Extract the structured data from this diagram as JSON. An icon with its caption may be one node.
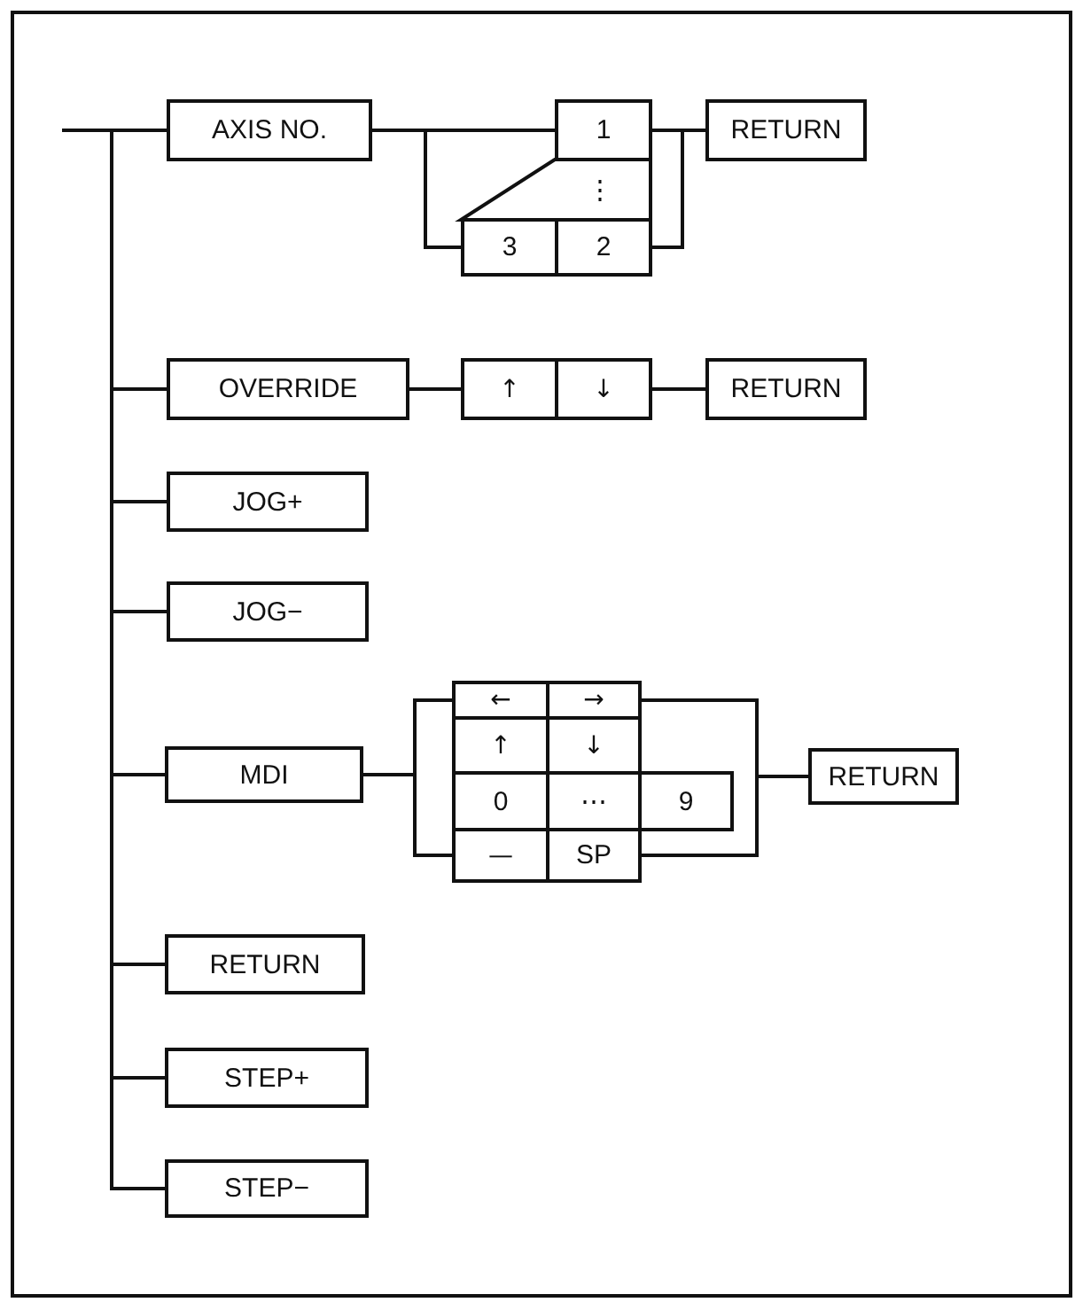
{
  "diagram": {
    "nodes": [
      {
        "text": [
          "AXIS NO."
        ]
      },
      {
        "text": [
          "1"
        ]
      },
      {
        "text": [
          "⋮"
        ]
      },
      {
        "text": [
          "3"
        ]
      },
      {
        "text": [
          "2"
        ]
      },
      {
        "text": [
          "RETURN"
        ]
      },
      {
        "text": [
          "OVERRIDE"
        ]
      },
      {
        "text": [
          "↑"
        ]
      },
      {
        "text": [
          "↓"
        ]
      },
      {
        "text": [
          "RETURN"
        ]
      },
      {
        "text": [
          "JOG+"
        ]
      },
      {
        "text": [
          "JOG−"
        ]
      },
      {
        "text": [
          "MDI"
        ]
      },
      {
        "text": [
          "←"
        ]
      },
      {
        "text": [
          "→"
        ]
      },
      {
        "text": [
          "↑"
        ]
      },
      {
        "text": [
          "↓"
        ]
      },
      {
        "text": [
          "0"
        ]
      },
      {
        "text": [
          "⋯"
        ]
      },
      {
        "text": [
          "9"
        ]
      },
      {
        "text": [
          "—"
        ]
      },
      {
        "text": [
          "SP"
        ]
      },
      {
        "text": [
          "RETURN"
        ]
      },
      {
        "text": [
          "RETURN"
        ]
      },
      {
        "text": [
          "STEP+"
        ]
      },
      {
        "text": [
          "STEP−"
        ]
      }
    ],
    "edges": [
      {
        "from": null,
        "to": 0,
        "arrow": "none"
      },
      {
        "from": null,
        "to": 6,
        "arrow": "none"
      },
      {
        "from": null,
        "to": 10,
        "arrow": "none"
      },
      {
        "from": null,
        "to": 11,
        "arrow": "none"
      },
      {
        "from": null,
        "to": 12,
        "arrow": "none"
      },
      {
        "from": null,
        "to": 23,
        "arrow": "none"
      },
      {
        "from": null,
        "to": 24,
        "arrow": "none"
      },
      {
        "from": null,
        "to": 25,
        "arrow": "none"
      },
      {
        "from": 0,
        "to": 1,
        "arrow": "none"
      },
      {
        "from": 0,
        "to": 3,
        "arrow": "none"
      },
      {
        "from": 1,
        "to": 5,
        "arrow": "none"
      },
      {
        "from": 4,
        "to": 5,
        "arrow": "none"
      },
      {
        "from": 6,
        "to": 7,
        "arrow": "none"
      },
      {
        "from": 8,
        "to": 9,
        "arrow": "none"
      },
      {
        "from": 12,
        "to": 13,
        "arrow": "none"
      },
      {
        "from": 12,
        "to": 20,
        "arrow": "none"
      },
      {
        "from": 14,
        "to": 22,
        "arrow": "none"
      },
      {
        "from": 21,
        "to": 22,
        "arrow": "none"
      }
    ]
  }
}
